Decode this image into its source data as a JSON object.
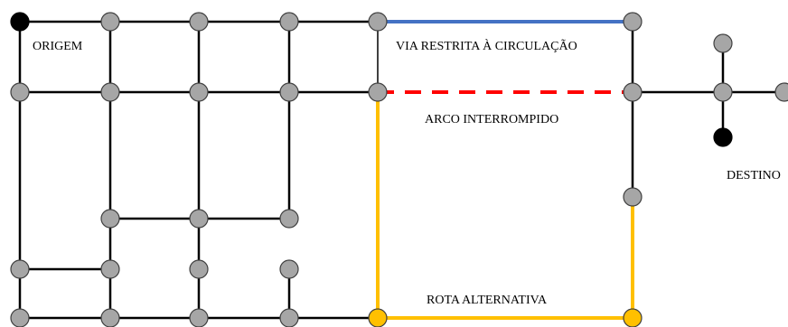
{
  "labels": {
    "origin": "ORIGEM",
    "destination": "DESTINO",
    "restricted_road": "VIA RESTRITA À CIRCULAÇÃO",
    "interrupted_arc": "ARCO INTERROMPIDO",
    "alternative_route": "ROTA ALTERNATIVA"
  },
  "colors": {
    "road": "#000000",
    "node_fill": "#a6a6a6",
    "node_stroke": "#404040",
    "origin_destination_node": "#000000",
    "alternative_route_node": "#ffc000",
    "restricted_road": "#4472c4",
    "interrupted_arc": "#ff0000",
    "alternative_route": "#ffc000"
  }
}
